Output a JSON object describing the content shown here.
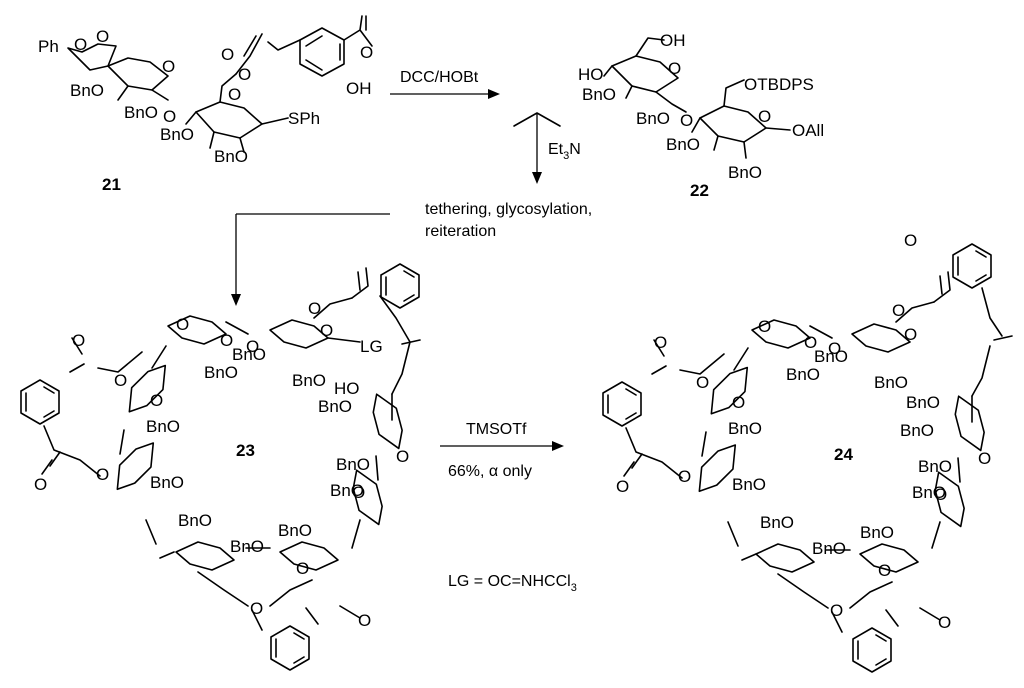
{
  "compounds": {
    "c21": {
      "number": "21",
      "labels": [
        "Ph",
        "O",
        "O",
        "O",
        "BnO",
        "BnO",
        "O",
        "O",
        "BnO",
        "O",
        "O",
        "OH",
        "O",
        "SPh",
        "BnO"
      ]
    },
    "c22": {
      "number": "22",
      "labels": [
        "OH",
        "HO",
        "O",
        "BnO",
        "BnO",
        "O",
        "OTBDPS",
        "BnO",
        "O",
        "OAll",
        "BnO"
      ]
    },
    "c23": {
      "number": "23",
      "labels": [
        "O",
        "O",
        "O",
        "O",
        "O",
        "BnO",
        "LG",
        "BnO",
        "BnO",
        "HO",
        "O",
        "BnO",
        "O",
        "BnO",
        "BnO",
        "BnO",
        "BnO",
        "O",
        "BnO",
        "BnO",
        "BnO",
        "O",
        "O",
        "O",
        "O",
        "O",
        "O",
        "O"
      ]
    },
    "c24": {
      "number": "24",
      "labels": [
        "O",
        "O",
        "O",
        "O",
        "O",
        "BnO",
        "BnO",
        "BnO",
        "BnO",
        "O",
        "BnO",
        "O",
        "BnO",
        "BnO",
        "BnO",
        "BnO",
        "O",
        "BnO",
        "BnO",
        "BnO",
        "O",
        "O",
        "O",
        "O",
        "O",
        "O",
        "O",
        "O"
      ]
    }
  },
  "step1": {
    "reagent_top": "DCC/HOBt",
    "reagent_base": "Et",
    "reagent_sub": "3",
    "reagent_tail": "N"
  },
  "step2": {
    "line1": "tethering, glycosylation,",
    "line2": "reiteration"
  },
  "step3": {
    "reagent": "TMSOTf",
    "yield": "66%, ",
    "greek": "α",
    "tail": " only"
  },
  "legend": {
    "text": "LG = OC=NHCCl",
    "sub": "3"
  }
}
